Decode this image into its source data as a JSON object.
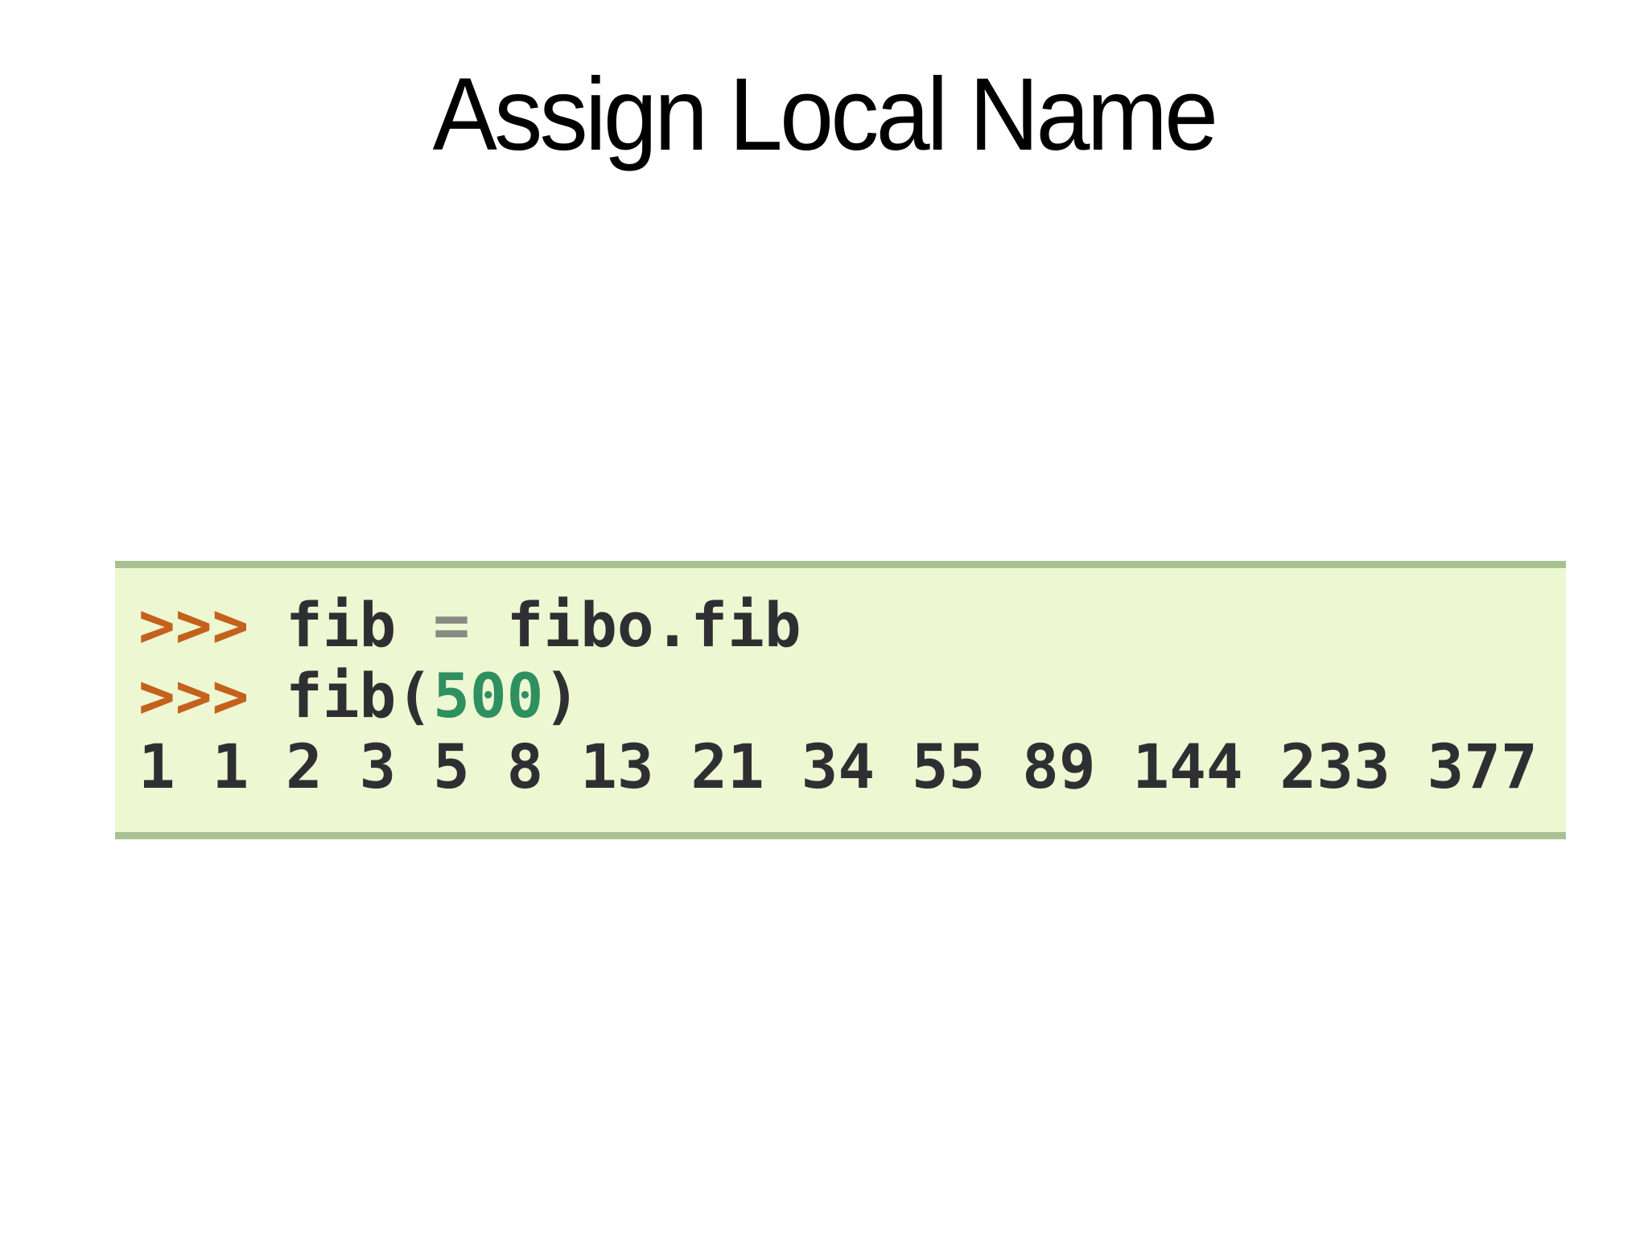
{
  "title": "Assign Local Name",
  "terminal": {
    "lines": [
      {
        "segments": [
          {
            "text": ">>> ",
            "role": "prompt"
          },
          {
            "text": "fib ",
            "role": "code"
          },
          {
            "text": "=",
            "role": "operator"
          },
          {
            "text": " fibo.fib",
            "role": "code"
          }
        ]
      },
      {
        "segments": [
          {
            "text": ">>> ",
            "role": "prompt"
          },
          {
            "text": "fib(",
            "role": "code"
          },
          {
            "text": "500",
            "role": "number"
          },
          {
            "text": ")",
            "role": "code"
          }
        ]
      },
      {
        "segments": [
          {
            "text": "1 1 2 3 5 8 13 21 34 55 89 144 233 377",
            "role": "output"
          }
        ]
      }
    ]
  },
  "colors": {
    "page-bg": "#ffffff",
    "title": "#000000",
    "term-bg": "#edf7d1",
    "term-border": "#a8c192",
    "prompt": "#c4611c",
    "code": "#2f2f33",
    "op": "#8b8b85",
    "num": "#2e8f5f"
  }
}
